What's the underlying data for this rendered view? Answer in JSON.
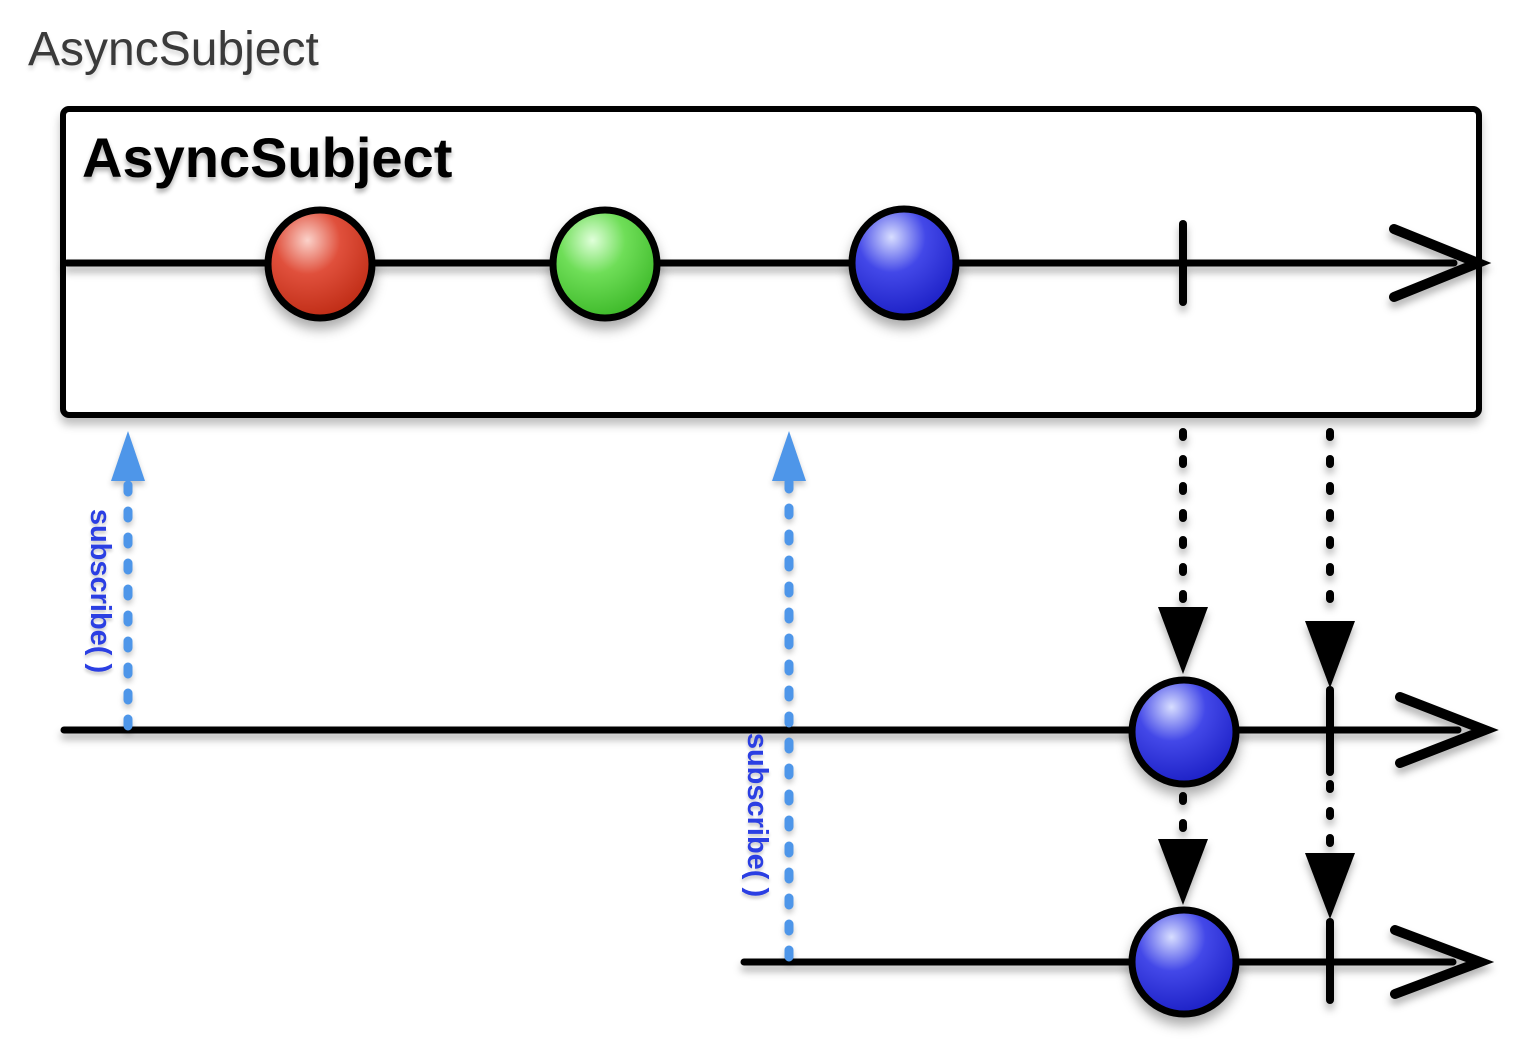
{
  "page": {
    "title": "AsyncSubject"
  },
  "diagram": {
    "box_label": "AsyncSubject",
    "subscribe1_label": "subscribe( )",
    "subscribe2_label": "subscribe( )",
    "source_timeline": {
      "marbles": [
        "red",
        "green",
        "blue"
      ],
      "completed": true
    },
    "subscriber1_timeline": {
      "marbles": [
        "blue"
      ],
      "completed": true
    },
    "subscriber2_timeline": {
      "marbles": [
        "blue"
      ],
      "completed": true
    },
    "colors": {
      "title_text": "#3A3A3A",
      "line_black": "#000000",
      "subscribe_text": "#2B3FE3",
      "subscribe_arrow": "#4E96E9",
      "red_base": "#BE2B14",
      "red_mid": "#E0503C",
      "red_highlight": "#FBD2CA",
      "green_base": "#3CB828",
      "green_mid": "#6FDE58",
      "green_highlight": "#E0FFDA",
      "blue_base": "#1A1EC4",
      "blue_mid": "#4348E8",
      "blue_highlight": "#D8DEFF"
    }
  }
}
